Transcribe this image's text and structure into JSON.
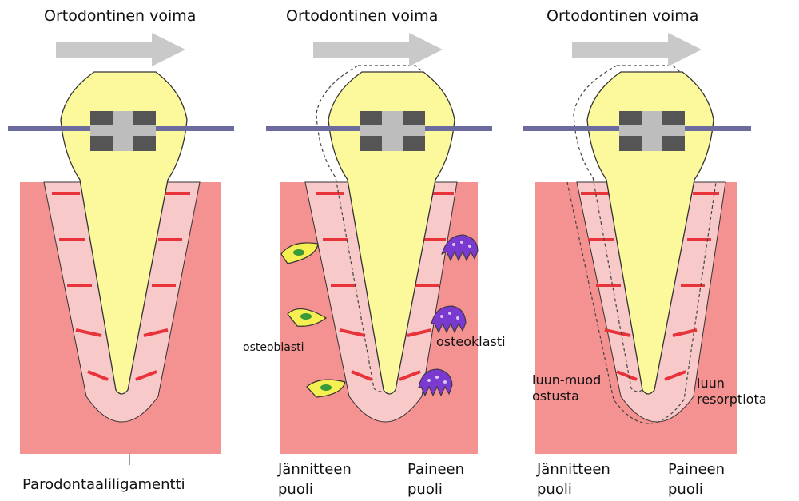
{
  "panels": [
    {
      "force_title": "Ortodontinen voima",
      "bottom_label": "Parodontaaliligamentti"
    },
    {
      "force_title": "Ortodontinen voima",
      "tension_side": "Jännitteen puoli",
      "pressure_side": "Paineen puoli",
      "osteoblast_label": "osteoblasti",
      "osteoclast_label": "osteoklasti"
    },
    {
      "force_title": "Ortodontinen voima",
      "tension_side": "Jännitteen puoli",
      "pressure_side": "Paineen puoli",
      "formation_label": "luun-muodostusta",
      "resorption_label": "luun resorptiota"
    }
  ],
  "colors": {
    "bone": "#f49191",
    "ligament": "#f8c9c9",
    "tooth": "#fbf99c",
    "fiber": "#e8333a",
    "wire": "#6b6b9e",
    "arrow": "#c9c9c9",
    "bracket": "#555555",
    "osteoblast": "#f5ef52",
    "osteoclast": "#7a3ad0"
  }
}
